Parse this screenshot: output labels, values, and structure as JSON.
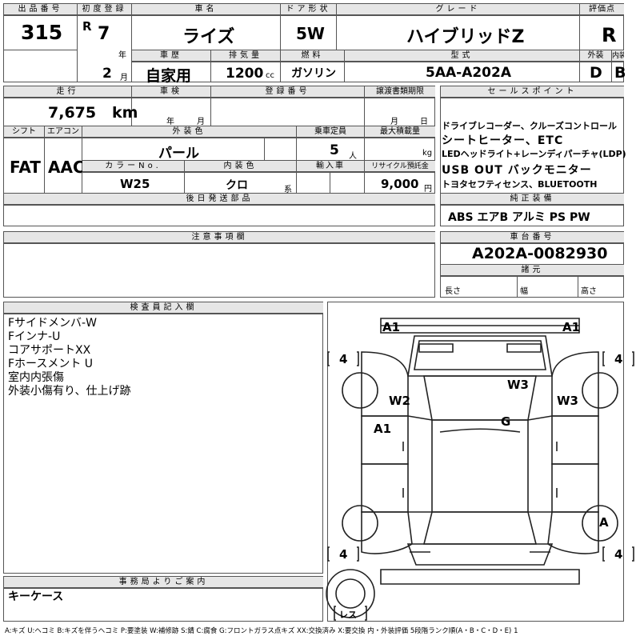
{
  "header": {
    "lot_label": "出品番号",
    "lot_value": "315",
    "first_reg_label": "初度登録",
    "era": "R",
    "year": "7",
    "year_unit": "年",
    "month": "2",
    "month_unit": "月",
    "car_name_label": "車名",
    "car_name": "ライズ",
    "door_label": "ドア形状",
    "door": "5W",
    "grade_label": "グレード",
    "grade": "ハイブリッドZ",
    "score_label": "評価点",
    "score": "R",
    "history_label": "車歴",
    "history": "自家用",
    "displacement_label": "排気量",
    "displacement": "1200",
    "displacement_unit": "cc",
    "fuel_label": "燃料",
    "fuel": "ガソリン",
    "model_label": "型式",
    "model": "5AA-A202A",
    "exterior_label": "外装",
    "exterior": "D",
    "interior_label": "内装",
    "interior": "B"
  },
  "row2": {
    "mileage_label": "走行",
    "mileage": "7,675",
    "mileage_unit": "km",
    "inspection_label": "車検",
    "insp_year_unit": "年",
    "insp_month_unit": "月",
    "regno_label": "登録番号",
    "transfer_label": "譲渡書類期限",
    "transfer_month_unit": "月",
    "transfer_day_unit": "日"
  },
  "row3": {
    "shift_label": "シフト",
    "shift": "FAT",
    "aircon_label": "エアコン",
    "aircon": "AAC",
    "color_label": "外装色",
    "color": "パール",
    "capacity_label": "乗車定員",
    "capacity": "5",
    "capacity_unit": "人",
    "load_label": "最大積載量",
    "load_unit": "kg",
    "color_no_label": "カラーNo.",
    "color_no": "W25",
    "int_color_label": "内装色",
    "int_color": "クロ",
    "int_color_unit": "系",
    "import_label": "輸入車",
    "recycle_label": "リサイクル預託金",
    "recycle": "9,000",
    "recycle_unit": "円"
  },
  "later_parts_label": "後日発送部品",
  "sales": {
    "label": "セールスポイント",
    "lines": [
      "ドライブレコーダー、クルーズコントロール",
      "シートヒーター、ETC",
      "LEDヘッドライト+レーンディパーチャ(LDP)",
      "USB OUT バックモニター",
      "トヨタセフティセンス、BLUETOOTH"
    ]
  },
  "equipment": {
    "label": "純正装備",
    "value": "ABS エアB アルミ PS PW"
  },
  "caution_label": "注意事項欄",
  "chassis": {
    "label": "車台番号",
    "value": "A202A-0082930"
  },
  "specs": {
    "label": "諸元",
    "length": "長さ",
    "width": "幅",
    "height": "高さ"
  },
  "inspector": {
    "label": "検査員記入欄",
    "lines": [
      "Fサイドメンバ-W",
      "Fインナ-U",
      "コアサポートXX",
      "Fホースメント U",
      "室内内張傷",
      "外装小傷有り、仕上げ跡"
    ]
  },
  "office": {
    "label": "事務局よりご案内",
    "value": "キーケース"
  },
  "diagram": {
    "marks": {
      "a1_front_left": "A1",
      "a1_front_right": "A1",
      "w3_hood": "W3",
      "w2_left_fender": "W2",
      "w3_right_fender": "W3",
      "g_windshield": "G",
      "a1_left_door": "A1",
      "a_right_rear_tire": "A"
    },
    "tire_front_left": "4",
    "tire_front_right": "4",
    "tire_rear_left": "4",
    "tire_rear_right": "4",
    "spare": "レス"
  },
  "legend": "A:キズ U:ヘコミ B:キズを伴うヘコミ P:要塗装 W:補修跡 S:錆 C:腐食 G:フロントガラス点キズ XX:交換済み X:要交換 内・外装評価 5段階ランク順(A・B・C・D・E) 1"
}
